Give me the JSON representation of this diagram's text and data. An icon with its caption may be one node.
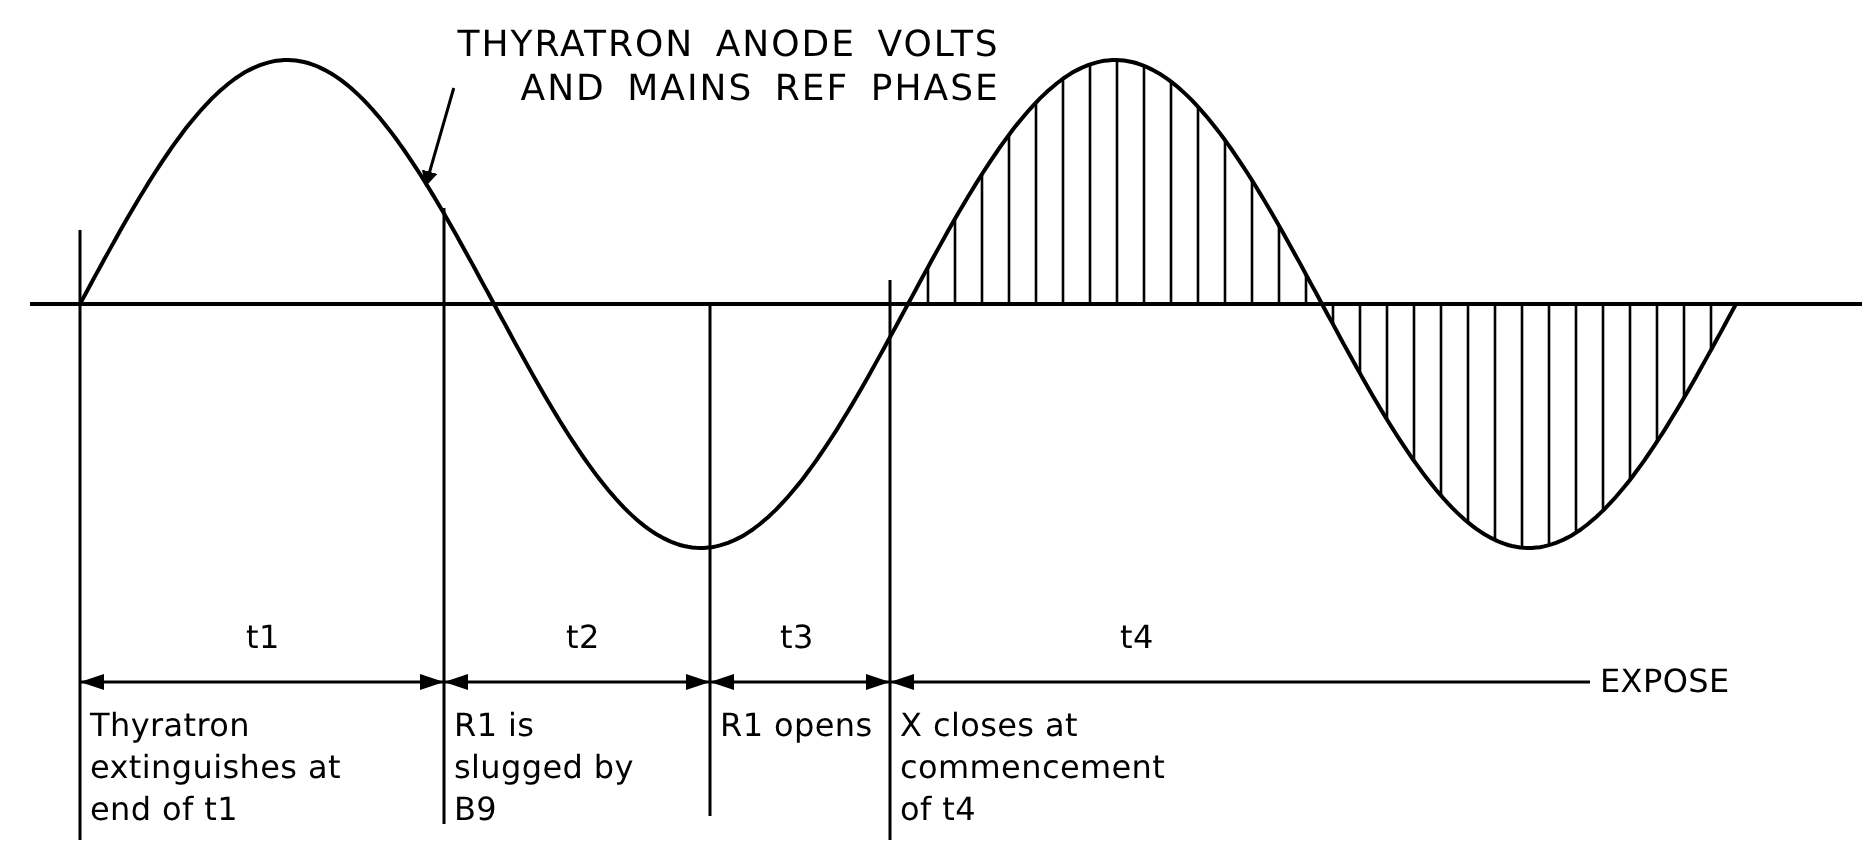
{
  "diagram": {
    "nodes": [
      {
        "text": [
          "THYRATRON ANODE VOLTS AND MAINS REF PHASE"
        ]
      },
      {
        "text": [],
        "shape": "picture"
      }
    ],
    "edges": [
      {
        "from": 0,
        "to": 1,
        "arrow": "to"
      }
    ],
    "labels": [
      "t1",
      "t2",
      "t3",
      "t4",
      "EXPOSE",
      "Thyratron extinguishes at end of t1",
      "R1 is slugged by B9",
      "R1 opens",
      "X closes at commencement of t4"
    ]
  }
}
